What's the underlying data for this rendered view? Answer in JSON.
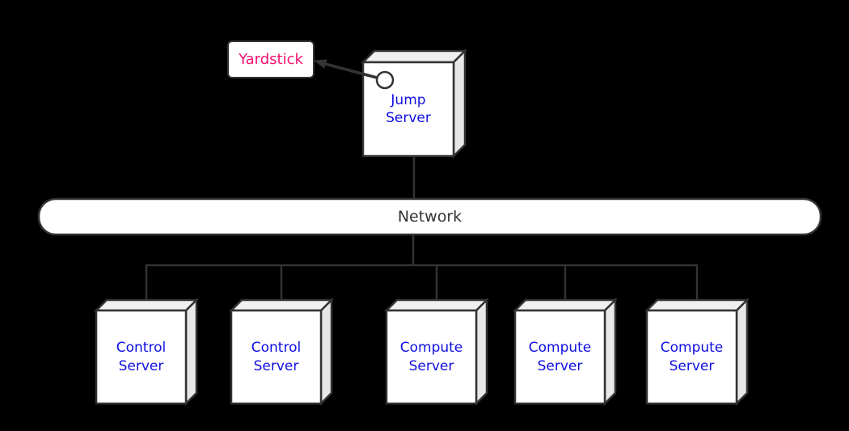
{
  "diagram": {
    "type": "deployment-architecture",
    "background_color": "#000000",
    "colors": {
      "node_fill": "#ffffff",
      "node_top_fill": "#f0f0f0",
      "node_side_fill": "#e7e7e7",
      "stroke": "#333333",
      "label_blue": "#0f0fe0",
      "label_pink": "#f31370",
      "label_dark": "#333333"
    },
    "nodes": {
      "yardstick": {
        "label": "Yardstick",
        "shape": "rounded-note"
      },
      "jump_server": {
        "label": "Jump Server",
        "shape": "box3d"
      },
      "network": {
        "label": "Network",
        "shape": "pill-bus"
      },
      "servers": [
        {
          "label": "Control Server",
          "shape": "box3d"
        },
        {
          "label": "Control Server",
          "shape": "box3d"
        },
        {
          "label": "Compute Server",
          "shape": "box3d"
        },
        {
          "label": "Compute Server",
          "shape": "box3d"
        },
        {
          "label": "Compute Server",
          "shape": "box3d"
        }
      ]
    },
    "edges": [
      {
        "from": "jump_server",
        "to": "yardstick",
        "style": "arrow"
      },
      {
        "from": "jump_server",
        "to": "network",
        "style": "line"
      },
      {
        "from": "network",
        "to": "servers.0",
        "style": "line"
      },
      {
        "from": "network",
        "to": "servers.1",
        "style": "line"
      },
      {
        "from": "network",
        "to": "servers.2",
        "style": "line"
      },
      {
        "from": "network",
        "to": "servers.3",
        "style": "line"
      },
      {
        "from": "network",
        "to": "servers.4",
        "style": "line"
      }
    ]
  }
}
